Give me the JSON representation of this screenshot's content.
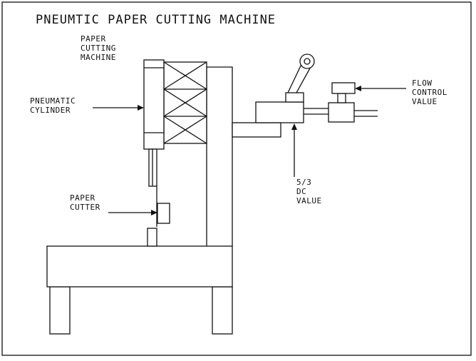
{
  "title": "PNEUMTIC PAPER CUTTING MACHINE",
  "labels": {
    "paper_cutting_machine": [
      "PAPER",
      "CUTTING",
      "MACHINE"
    ],
    "pneumatic_cylinder": [
      "PNEUMATIC",
      "CYLINDER"
    ],
    "paper_cutter": [
      "PAPER",
      "CUTTER"
    ],
    "dc_valve": [
      "5/3",
      "DC",
      "VALUE"
    ],
    "flow_control_valve": [
      "FLOW",
      "CONTROL",
      "VALUE"
    ]
  }
}
